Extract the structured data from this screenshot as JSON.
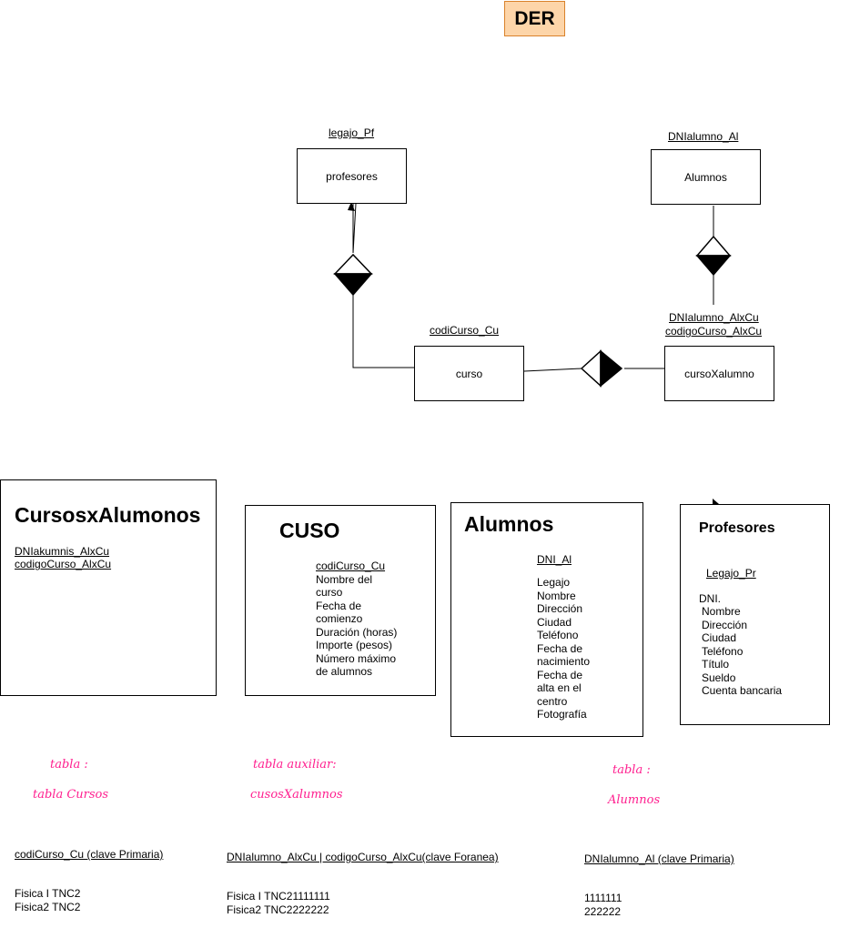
{
  "header": {
    "title": "DER"
  },
  "entities": {
    "profesores": {
      "name": "profesores",
      "key": "legajo_Pf"
    },
    "alumnos": {
      "name": "Alumnos",
      "key": "DNIalumno_Al"
    },
    "curso": {
      "name": "curso",
      "key": "codiCurso_Cu"
    },
    "cursoxalumno": {
      "name": "cursoXalumno",
      "key1": "DNIalumno_AlxCu",
      "key2": "codigoCurso_AlxCu"
    }
  },
  "cards": {
    "cursosxalumnos": {
      "title": "CursosxAlumonos",
      "fields": [
        "DNIakumnis_AlxCu",
        "codigoCurso_AlxCu"
      ]
    },
    "cuso": {
      "title": "CUSO",
      "key": "codiCurso_Cu",
      "fields": [
        "Nombre del",
        "curso",
        "Fecha de",
        "comienzo",
        "Duración (horas)",
        "Importe (pesos)",
        "Número máximo",
        "de alumnos"
      ]
    },
    "alumnos": {
      "title": "Alumnos",
      "key": "DNI_Al",
      "fields": [
        "Legajo",
        "Nombre",
        "Dirección",
        "Ciudad",
        "Teléfono",
        "Fecha de",
        "nacimiento",
        "Fecha de",
        "alta en el",
        "centro",
        "Fotografía"
      ]
    },
    "profesores": {
      "title": "Profesores",
      "key": "Legajo_Pr",
      "lead": "DNI.",
      "fields": [
        "Nombre",
        "Dirección",
        "Ciudad",
        "Teléfono",
        "Título",
        "Sueldo",
        "Cuenta bancaria"
      ]
    }
  },
  "notes": {
    "n1": {
      "line1": "tabla :",
      "line2": "tabla Cursos"
    },
    "n2": {
      "line1": "tabla auxiliar:",
      "line2": "cusosXalumnos"
    },
    "n3": {
      "line1": "tabla :",
      "line2": "Alumnos"
    }
  },
  "tables": {
    "t1": {
      "header": "codiCurso_Cu (clave Primaria)",
      "rows": [
        "Fisica I TNC2",
        "Fisica2 TNC2"
      ]
    },
    "t2": {
      "header": "DNIalumno_AlxCu | codigoCurso_AlxCu(clave Foranea)",
      "rows": [
        "Fisica I TNC21111111",
        "Fisica2 TNC2222222"
      ]
    },
    "t3": {
      "header": "DNIalumno_Al (clave Primaria)",
      "rows": [
        "1111111",
        "222222"
      ]
    }
  }
}
